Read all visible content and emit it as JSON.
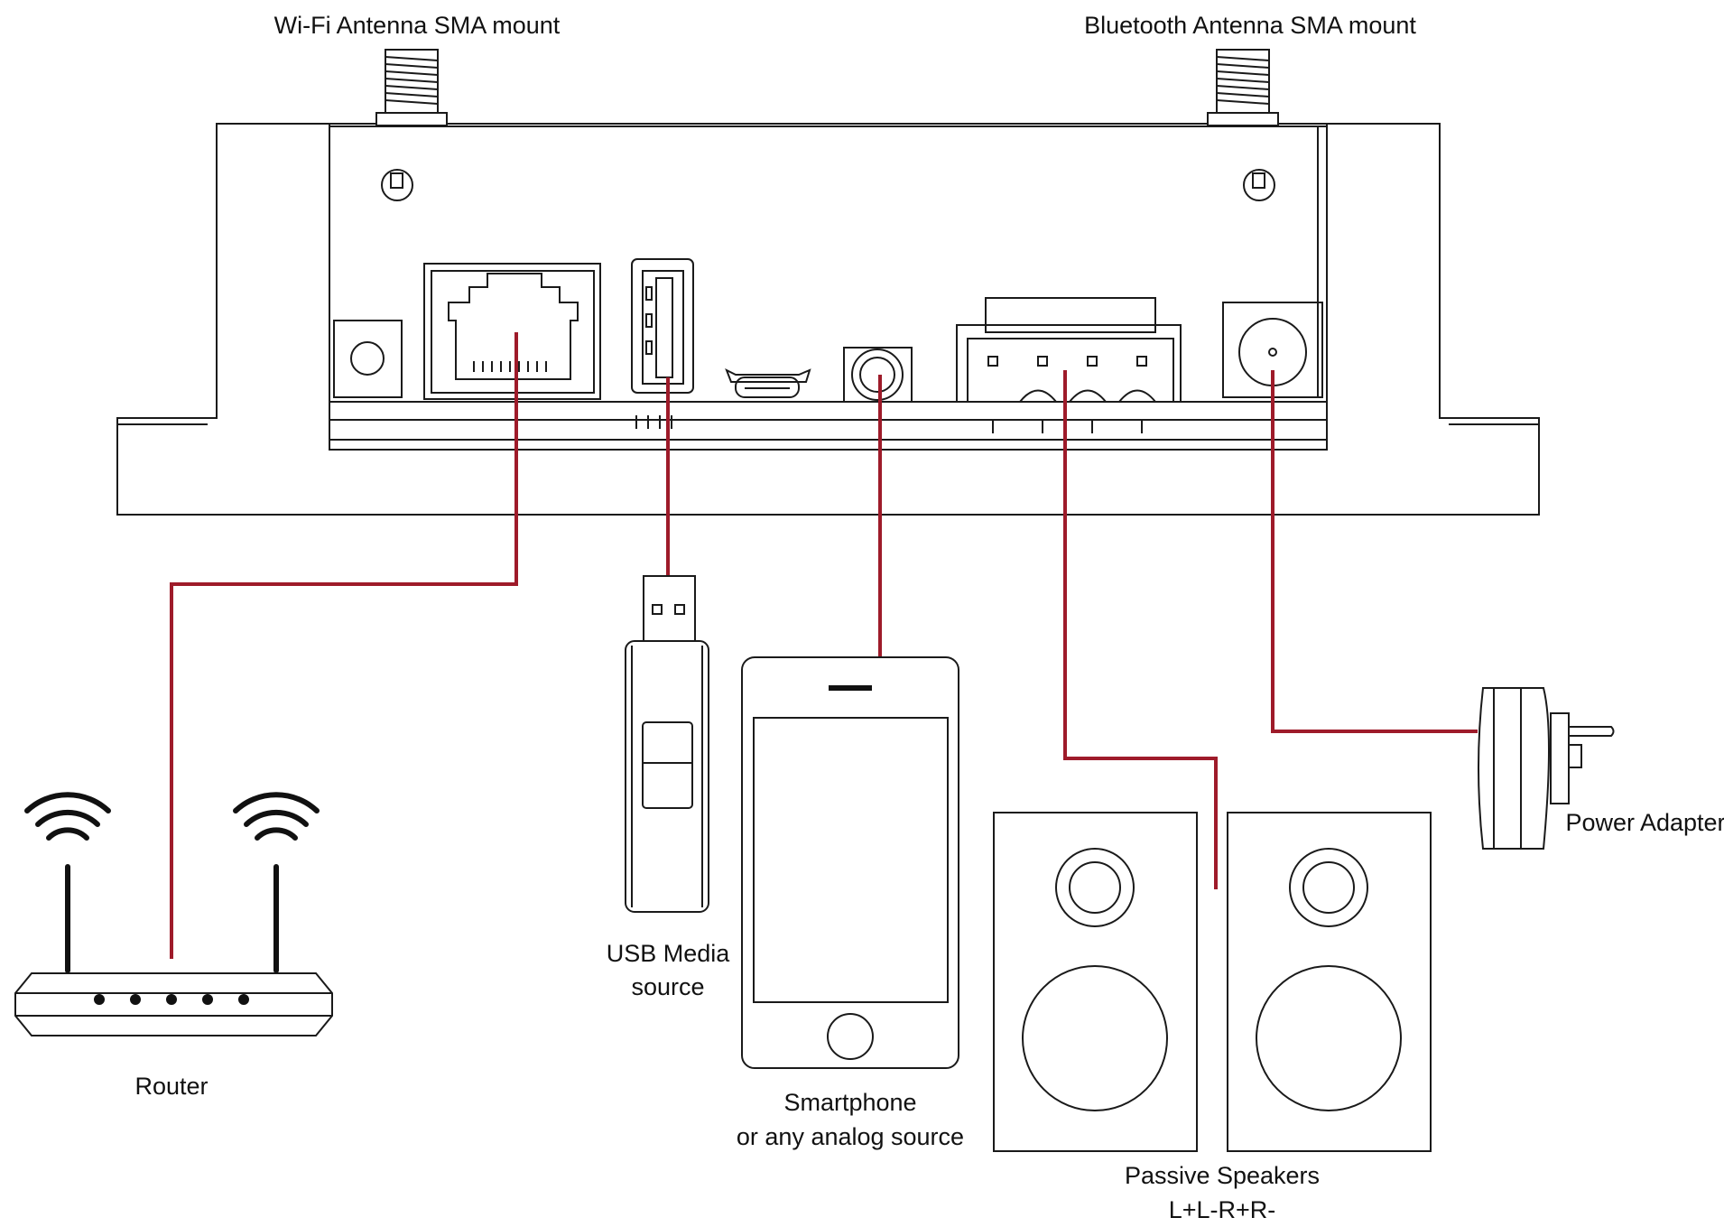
{
  "labels": {
    "wifi_antenna": "Wi-Fi Antenna SMA mount",
    "bt_antenna": "Bluetooth Antenna SMA mount",
    "router": "Router",
    "usb_line1": "USB Media",
    "usb_line2": "source",
    "phone_line1": "Smartphone",
    "phone_line2": "or any analog source",
    "speakers_line1": "Passive Speakers",
    "speakers_line2": "L+L-R+R-",
    "power": "Power Adapter"
  },
  "colors": {
    "cable": "#9e1b2a",
    "outline": "#1a1a1a",
    "background": "#ffffff"
  },
  "icons": [
    "wifi-icon",
    "usb-icon",
    "ethernet-icon",
    "speaker-icon",
    "power-plug-icon",
    "phone-icon",
    "router-icon"
  ]
}
